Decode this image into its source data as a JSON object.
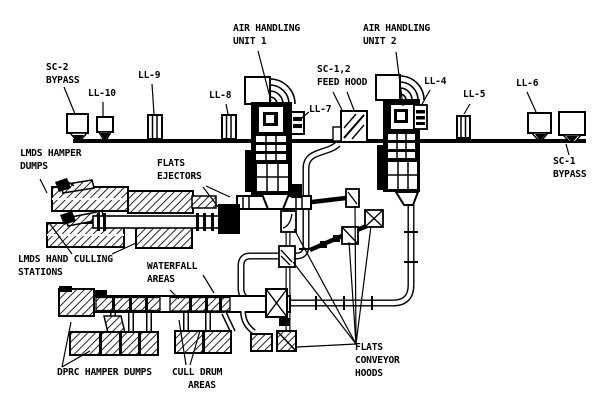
{
  "diagram": {
    "labels": {
      "air_unit_1": {
        "l1": "AIR HANDLING",
        "l2": "UNIT 1"
      },
      "air_unit_2": {
        "l1": "AIR HANDLING",
        "l2": "UNIT 2"
      },
      "sc2_bypass": {
        "l1": "SC-2",
        "l2": "BYPASS"
      },
      "ll10": {
        "l1": "LL-10"
      },
      "ll9": {
        "l1": "LL-9"
      },
      "ll8": {
        "l1": "LL-8"
      },
      "ll7": {
        "l1": "LL-7"
      },
      "sc12_feed_hood": {
        "l1": "SC-1,2",
        "l2": "FEED HOOD"
      },
      "ll4": {
        "l1": "LL-4"
      },
      "ll5": {
        "l1": "LL-5"
      },
      "ll6": {
        "l1": "LL-6"
      },
      "sc1_bypass": {
        "l1": "SC-1",
        "l2": "BYPASS"
      },
      "lmds_hamper_dumps": {
        "l1": "LMDS HAMPER",
        "l2": "DUMPS"
      },
      "flats_ejectors": {
        "l1": "FLATS",
        "l2": "EJECTORS"
      },
      "lmds_hand_culling_stations": {
        "l1": "LMDS HAND CULLING",
        "l2": "STATIONS"
      },
      "waterfall_areas": {
        "l1": "WATERFALL",
        "l2": "AREAS"
      },
      "dprc_hamper_dumps": {
        "l1": "DPRC HAMPER DUMPS"
      },
      "cull_drum_areas": {
        "l1": "CULL DRUM",
        "l2": "AREAS"
      },
      "flats_conveyor_hoods": {
        "l1": "FLATS",
        "l2": "CONVEYOR",
        "l3": "HOODS"
      }
    },
    "colors": {
      "ink": "#000000",
      "paper": "#ffffff"
    }
  }
}
